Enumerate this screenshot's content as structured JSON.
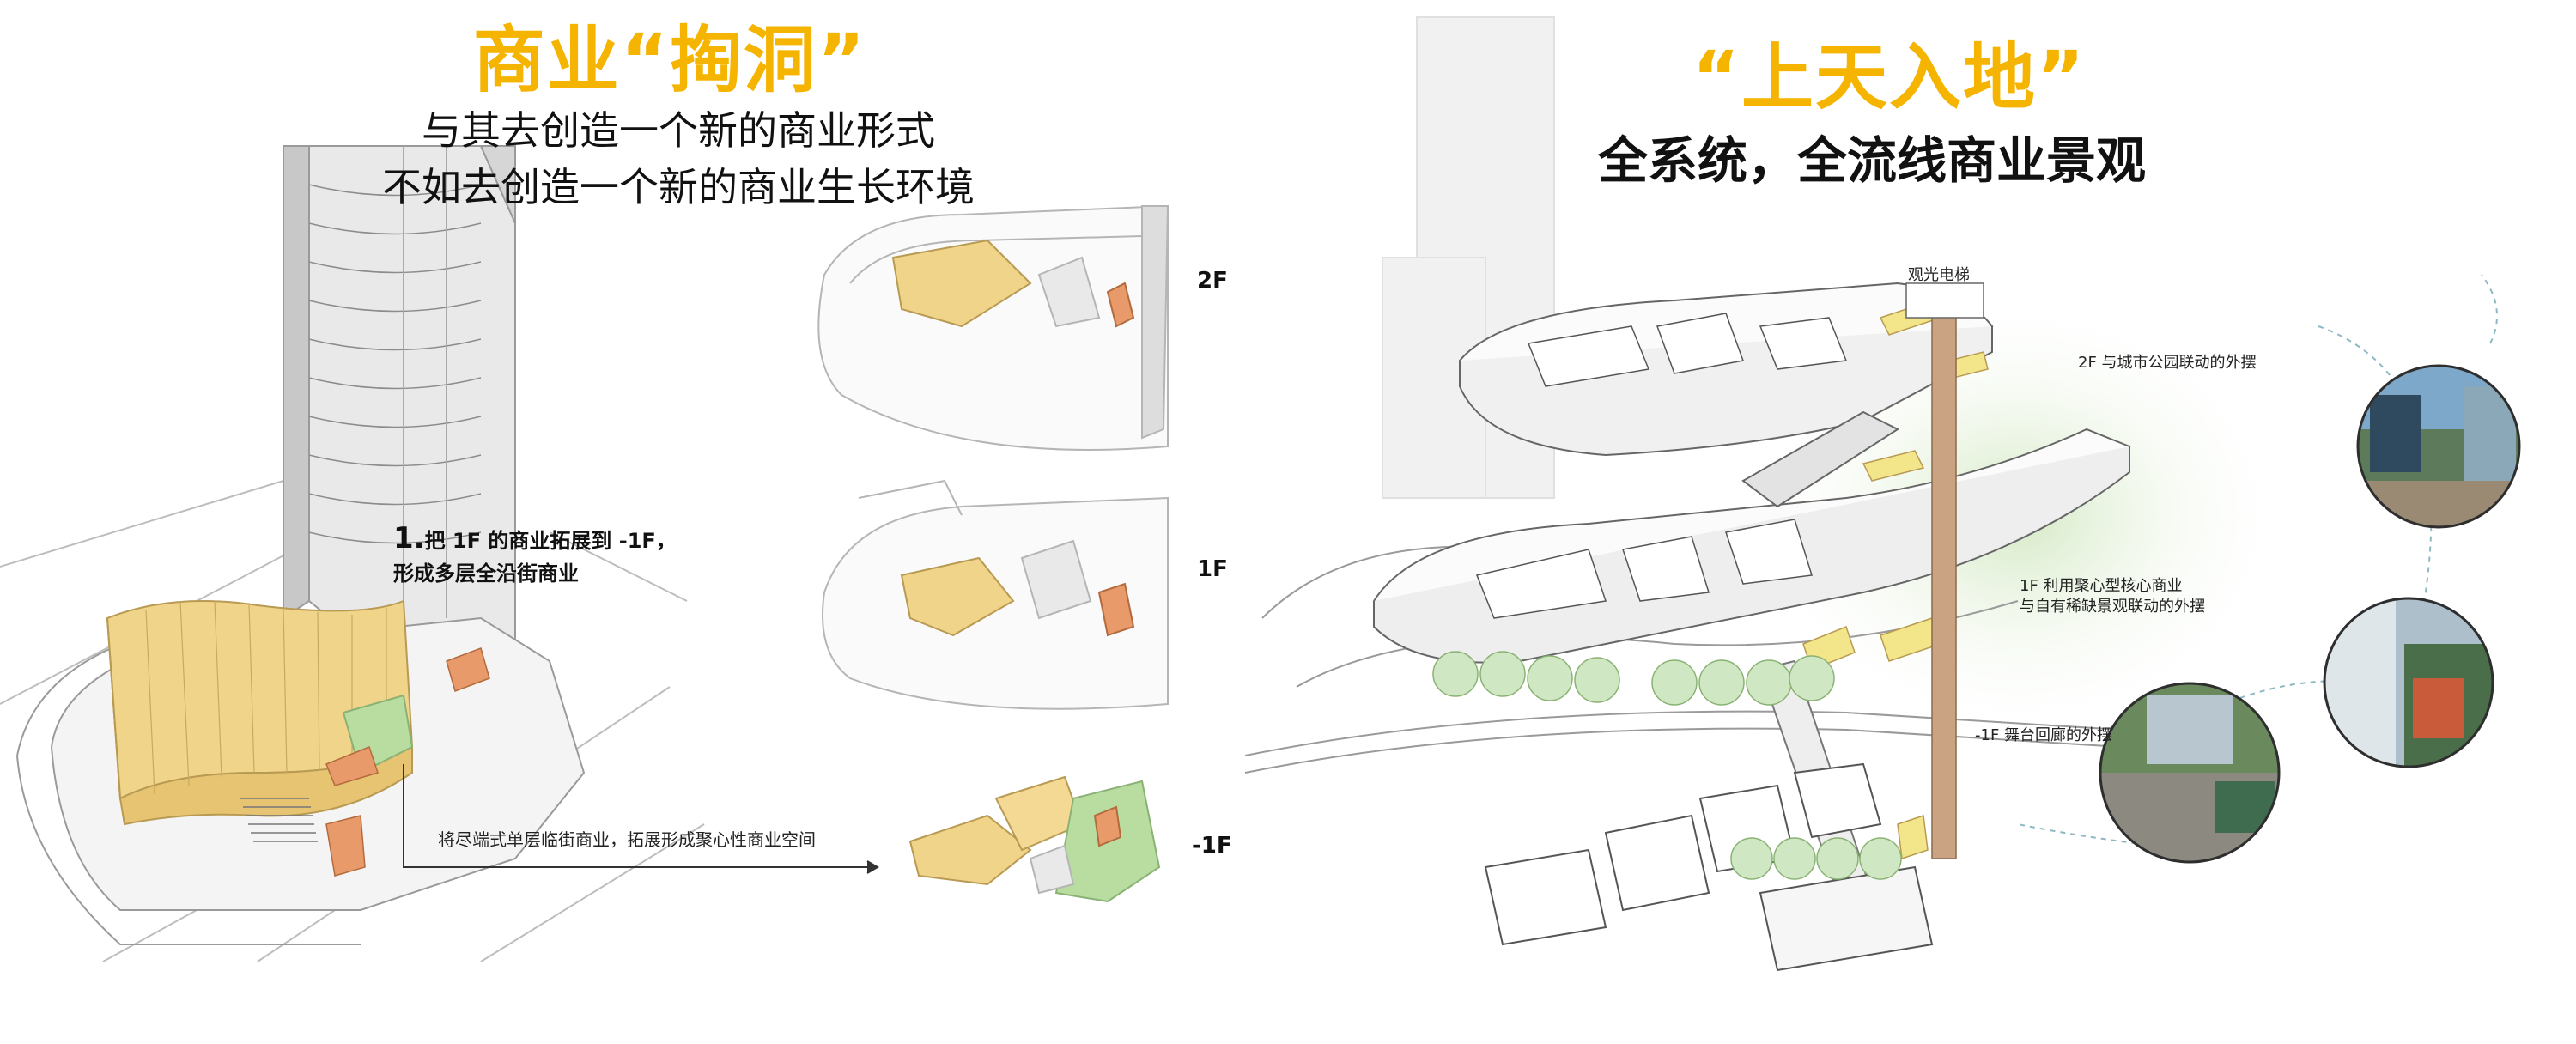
{
  "left_panel": {
    "title": "商业“掏洞”",
    "subtitle_line1": "与其去创造一个新的商业形式",
    "subtitle_line2": "不如去创造一个新的商业生长环境",
    "step_number": "1.",
    "step_line1": "把 1F 的商业拓展到 -1F，",
    "step_line2": "形成多层全沿街商业",
    "floor_labels": [
      "2F",
      "1F",
      "-1F"
    ],
    "arrow_note": "将尽端式单层临街商业，拓展形成聚心性商业空间"
  },
  "right_panel": {
    "title": "“上天入地”",
    "subtitle": "全系统，全流线商业景观",
    "annotations": {
      "elevator": "观光电梯",
      "floor_2f": "2F 与城市公园联动的外摆",
      "floor_1f_line1": "1F 利用聚心型核心商业",
      "floor_1f_line2": "与自有稀缺景观联动的外摆",
      "floor_b1": "-1F 舞台回廊的外摆"
    }
  },
  "colors": {
    "title_accent": "#f5b400",
    "commercial_yellow": "#f0d48a",
    "outdoor_orange": "#e89a6a",
    "landscape_green": "#b9dca0",
    "tree_green": "#cfe8c3",
    "line_gray": "#9a9a9a",
    "elevator_brown": "#c9a382",
    "dashed_link": "#8fb8c4"
  }
}
